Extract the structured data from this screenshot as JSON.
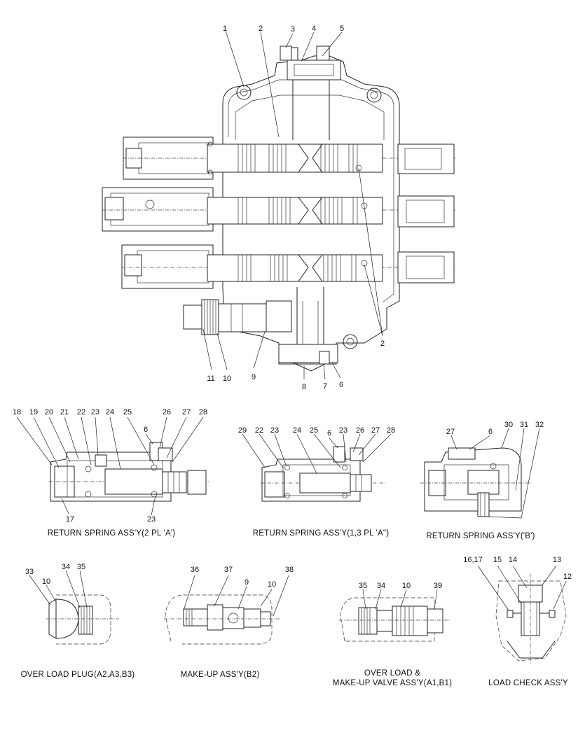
{
  "main_labels": {
    "l1": "1",
    "l2": "2",
    "l3": "3",
    "l4": "4",
    "l5": "5",
    "l2b": "2",
    "l11": "11",
    "l10": "10",
    "l9": "9",
    "l8": "8",
    "l7": "7",
    "l6": "6"
  },
  "rsa": {
    "caption": "RETURN SPRING ASS'Y(2 PL 'A')",
    "labels": [
      "18",
      "19",
      "20",
      "21",
      "22",
      "23",
      "24",
      "25",
      "26",
      "27",
      "28",
      "6",
      "17",
      "23"
    ]
  },
  "rsb": {
    "caption": "RETURN SPRING ASS'Y(1,3 PL 'A\")",
    "labels": [
      "29",
      "22",
      "23",
      "24",
      "25",
      "6",
      "23",
      "26",
      "27",
      "28"
    ]
  },
  "rsc": {
    "caption": "RETURN SPRING ASS'Y('B')",
    "labels": [
      "27",
      "6",
      "30",
      "31",
      "32"
    ]
  },
  "olp": {
    "caption": "OVER LOAD PLUG(A2,A3,B3)",
    "labels": [
      "33",
      "10",
      "34",
      "35"
    ]
  },
  "mua": {
    "caption": "MAKE-UP ASS'Y(B2)",
    "labels": [
      "36",
      "37",
      "9",
      "10",
      "38"
    ]
  },
  "olm": {
    "caption_line1": "OVER LOAD &",
    "caption_line2": "MAKE-UP VALVE ASS'Y(A1,B1)",
    "labels": [
      "35",
      "34",
      "10",
      "39"
    ]
  },
  "lca": {
    "caption": "LOAD CHECK ASS'Y",
    "labels": [
      "16,17",
      "15",
      "14",
      "13",
      "12"
    ]
  }
}
